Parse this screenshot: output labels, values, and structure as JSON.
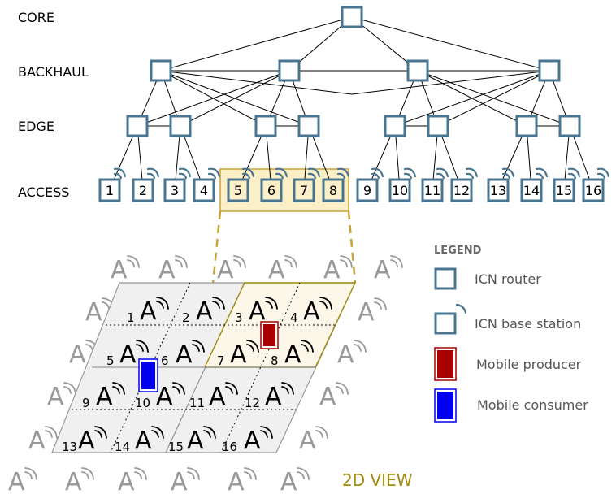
{
  "levels": {
    "core": "CORE",
    "backhaul": "BACKHAUL",
    "edge": "EDGE",
    "access": "ACCESS"
  },
  "access_nodes": [
    "1",
    "2",
    "3",
    "4",
    "5",
    "6",
    "7",
    "8",
    "9",
    "10",
    "11",
    "12",
    "13",
    "14",
    "15",
    "16"
  ],
  "grid_cells": [
    "1",
    "2",
    "3",
    "4",
    "5",
    "6",
    "7",
    "8",
    "9",
    "10",
    "11",
    "12",
    "13",
    "14",
    "15",
    "16"
  ],
  "tower_glyph": "A",
  "legend": {
    "title": "LEGEND",
    "router": "ICN router",
    "base_station": "ICN base station",
    "producer": "Mobile producer",
    "consumer": "Mobile consumer"
  },
  "view_label": "2D VIEW",
  "colors": {
    "node_stroke": "#4a7590",
    "highlight_fill": "#fbefc8",
    "highlight_stroke": "#c8a23a",
    "producer": "#a80000",
    "consumer": "#0000ee",
    "grid_fill": "#f0f0f0",
    "grid_highlight_fill": "#fcf7e8",
    "view_label": "#a08a10"
  }
}
